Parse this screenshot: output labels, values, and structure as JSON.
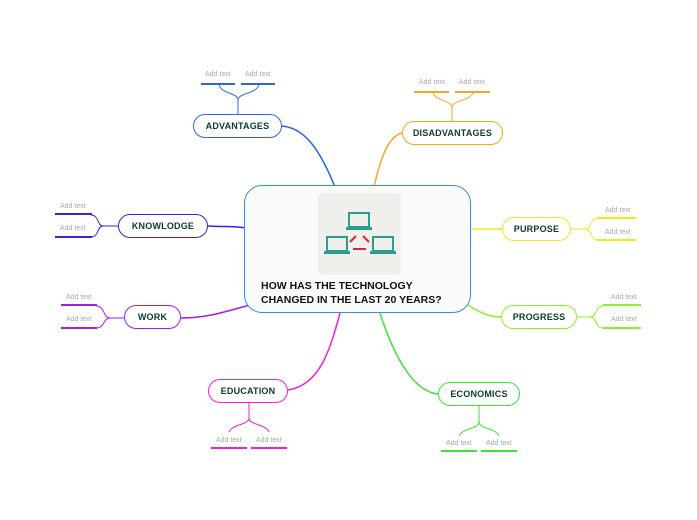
{
  "central": {
    "title_line1": "HOW HAS THE TECHNOLOGY",
    "title_line2": "CHANGED IN THE LAST 20 YEARS?",
    "image": "network-computers-icon",
    "border_color": "#3a8fd6"
  },
  "topics": [
    {
      "id": "advantages",
      "label": "ADVANTAGES",
      "color": "#2f64e0",
      "subtopics": [
        "Add text",
        "Add text"
      ]
    },
    {
      "id": "disadvantages",
      "label": "DISADVANTAGES",
      "color": "#f5a623",
      "subtopics": [
        "Add text",
        "Add text"
      ]
    },
    {
      "id": "knowlodge",
      "label": "KNOWLODGE",
      "color": "#3a1fe0",
      "subtopics": [
        "Add text",
        "Add text"
      ]
    },
    {
      "id": "purpose",
      "label": "PURPOSE",
      "color": "#f2ea1b",
      "subtopics": [
        "Add text",
        "Add text"
      ]
    },
    {
      "id": "work",
      "label": "WORK",
      "color": "#a21fe6",
      "subtopics": [
        "Add text",
        "Add text"
      ]
    },
    {
      "id": "progress",
      "label": "PROGRESS",
      "color": "#8cf02a",
      "subtopics": [
        "Add text",
        "Add text"
      ]
    },
    {
      "id": "education",
      "label": "EDUCATION",
      "color": "#f01fd8",
      "subtopics": [
        "Add text",
        "Add text"
      ]
    },
    {
      "id": "economics",
      "label": "ECONOMICS",
      "color": "#3ee23a",
      "subtopics": [
        "Add text",
        "Add text"
      ]
    }
  ]
}
